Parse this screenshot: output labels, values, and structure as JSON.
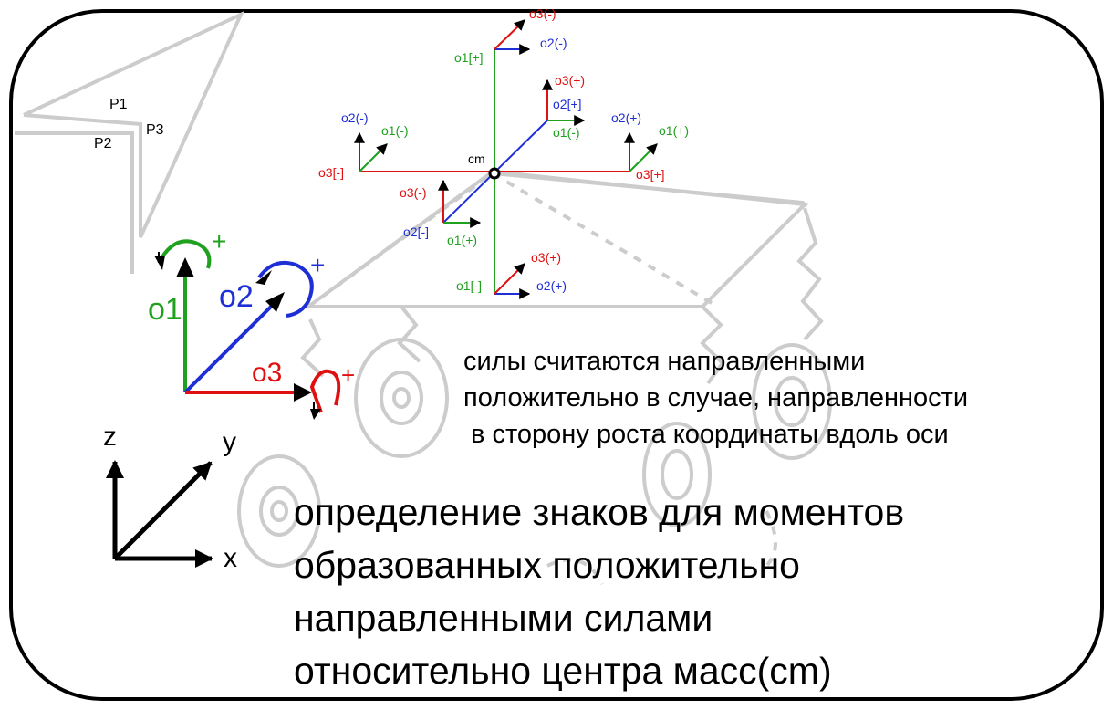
{
  "colors": {
    "o1": "#1fa11f",
    "o2": "#1f2fd6",
    "o3": "#e01010",
    "ink": "#000000",
    "sketch": "#cccccc"
  },
  "axes_labels": {
    "z": "z",
    "y": "y",
    "x": "x"
  },
  "moment_labels": {
    "o1": "o1",
    "o2": "o2",
    "o3": "o3",
    "plus": "+"
  },
  "points": {
    "p1": "P1",
    "p2": "P2",
    "p3": "P3"
  },
  "cm_label": "cm",
  "forces": {
    "top": {
      "o1": "o1[+]",
      "o2": "o2(-)",
      "o3": "o3(-)"
    },
    "bottom": {
      "o1": "o1[-]",
      "o2": "o2(+)",
      "o3": "o3(+)"
    },
    "left": {
      "o1": "o1(-)",
      "o2": "o2(-)",
      "o3": "o3[-]"
    },
    "right": {
      "o1": "o1(+)",
      "o2": "o2(+)",
      "o3": "o3[+]"
    },
    "back": {
      "o1": "o1(-)",
      "o2": "o2[+]",
      "o3": "o3(+)"
    },
    "front": {
      "o1": "o1(+)",
      "o2": "o2[-]",
      "o3": "o3(-)"
    }
  },
  "caption_small": [
    "силы считаются направленными",
    "положительно в случае, направленности",
    "в сторону роста координаты вдоль оси"
  ],
  "caption_large": [
    "определение знаков для моментов",
    "образованных положительно",
    "направленными силами",
    "относительно центра масс(cm)"
  ]
}
